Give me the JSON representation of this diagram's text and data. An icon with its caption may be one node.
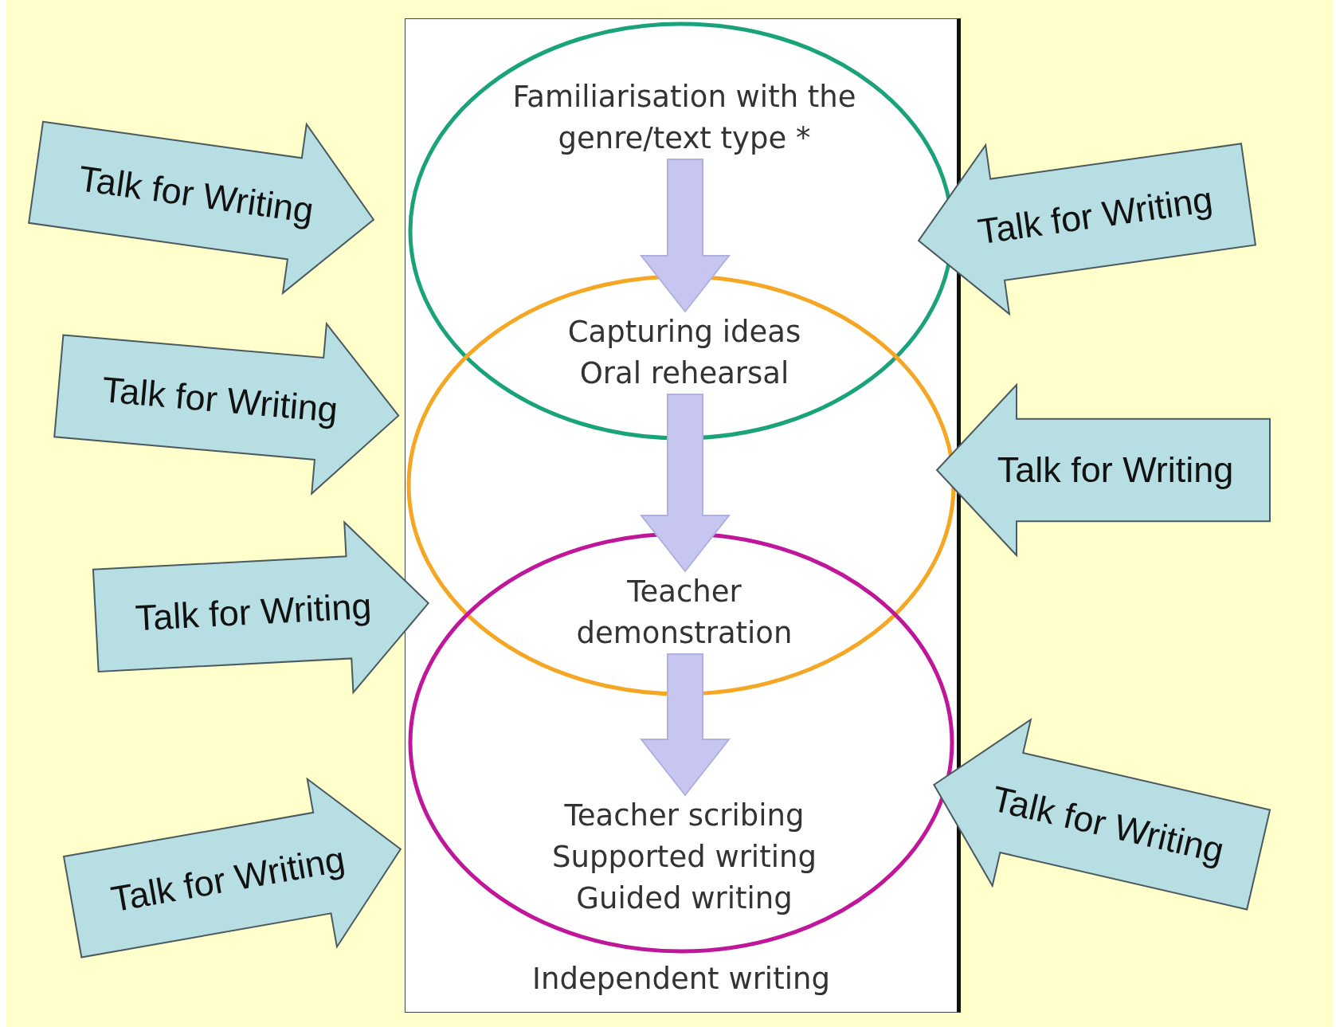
{
  "diagram": {
    "nodes": [
      {
        "text": [
          "Independent writing"
        ]
      },
      {
        "text": [
          "Familiarisation with the genre/text type *"
        ],
        "in": 0
      },
      {
        "text": [
          "Capturing ideas Oral rehearsal"
        ],
        "in": 0
      },
      {
        "text": [
          "Teacher demonstration"
        ],
        "in": 0
      },
      {
        "text": [
          "Teacher scribing Supported writing Guided writing"
        ],
        "in": 0
      },
      {
        "text": [
          "Talk for Writing"
        ]
      },
      {
        "text": [
          "Talk for Writing"
        ]
      },
      {
        "text": [
          "Talk for Writing"
        ]
      },
      {
        "text": [
          "Talk for Writing"
        ]
      },
      {
        "text": [
          "Talk for Writing"
        ]
      },
      {
        "text": [
          "Talk for Writing"
        ]
      },
      {
        "text": [
          "Talk for Writing"
        ]
      }
    ],
    "edges": [
      {
        "from": 1,
        "to": 2,
        "arrow": "to",
        "style": "thick"
      },
      {
        "from": 2,
        "to": 3,
        "arrow": "to",
        "style": "thick"
      },
      {
        "from": 3,
        "to": 4,
        "arrow": "to",
        "style": "thick"
      }
    ]
  }
}
